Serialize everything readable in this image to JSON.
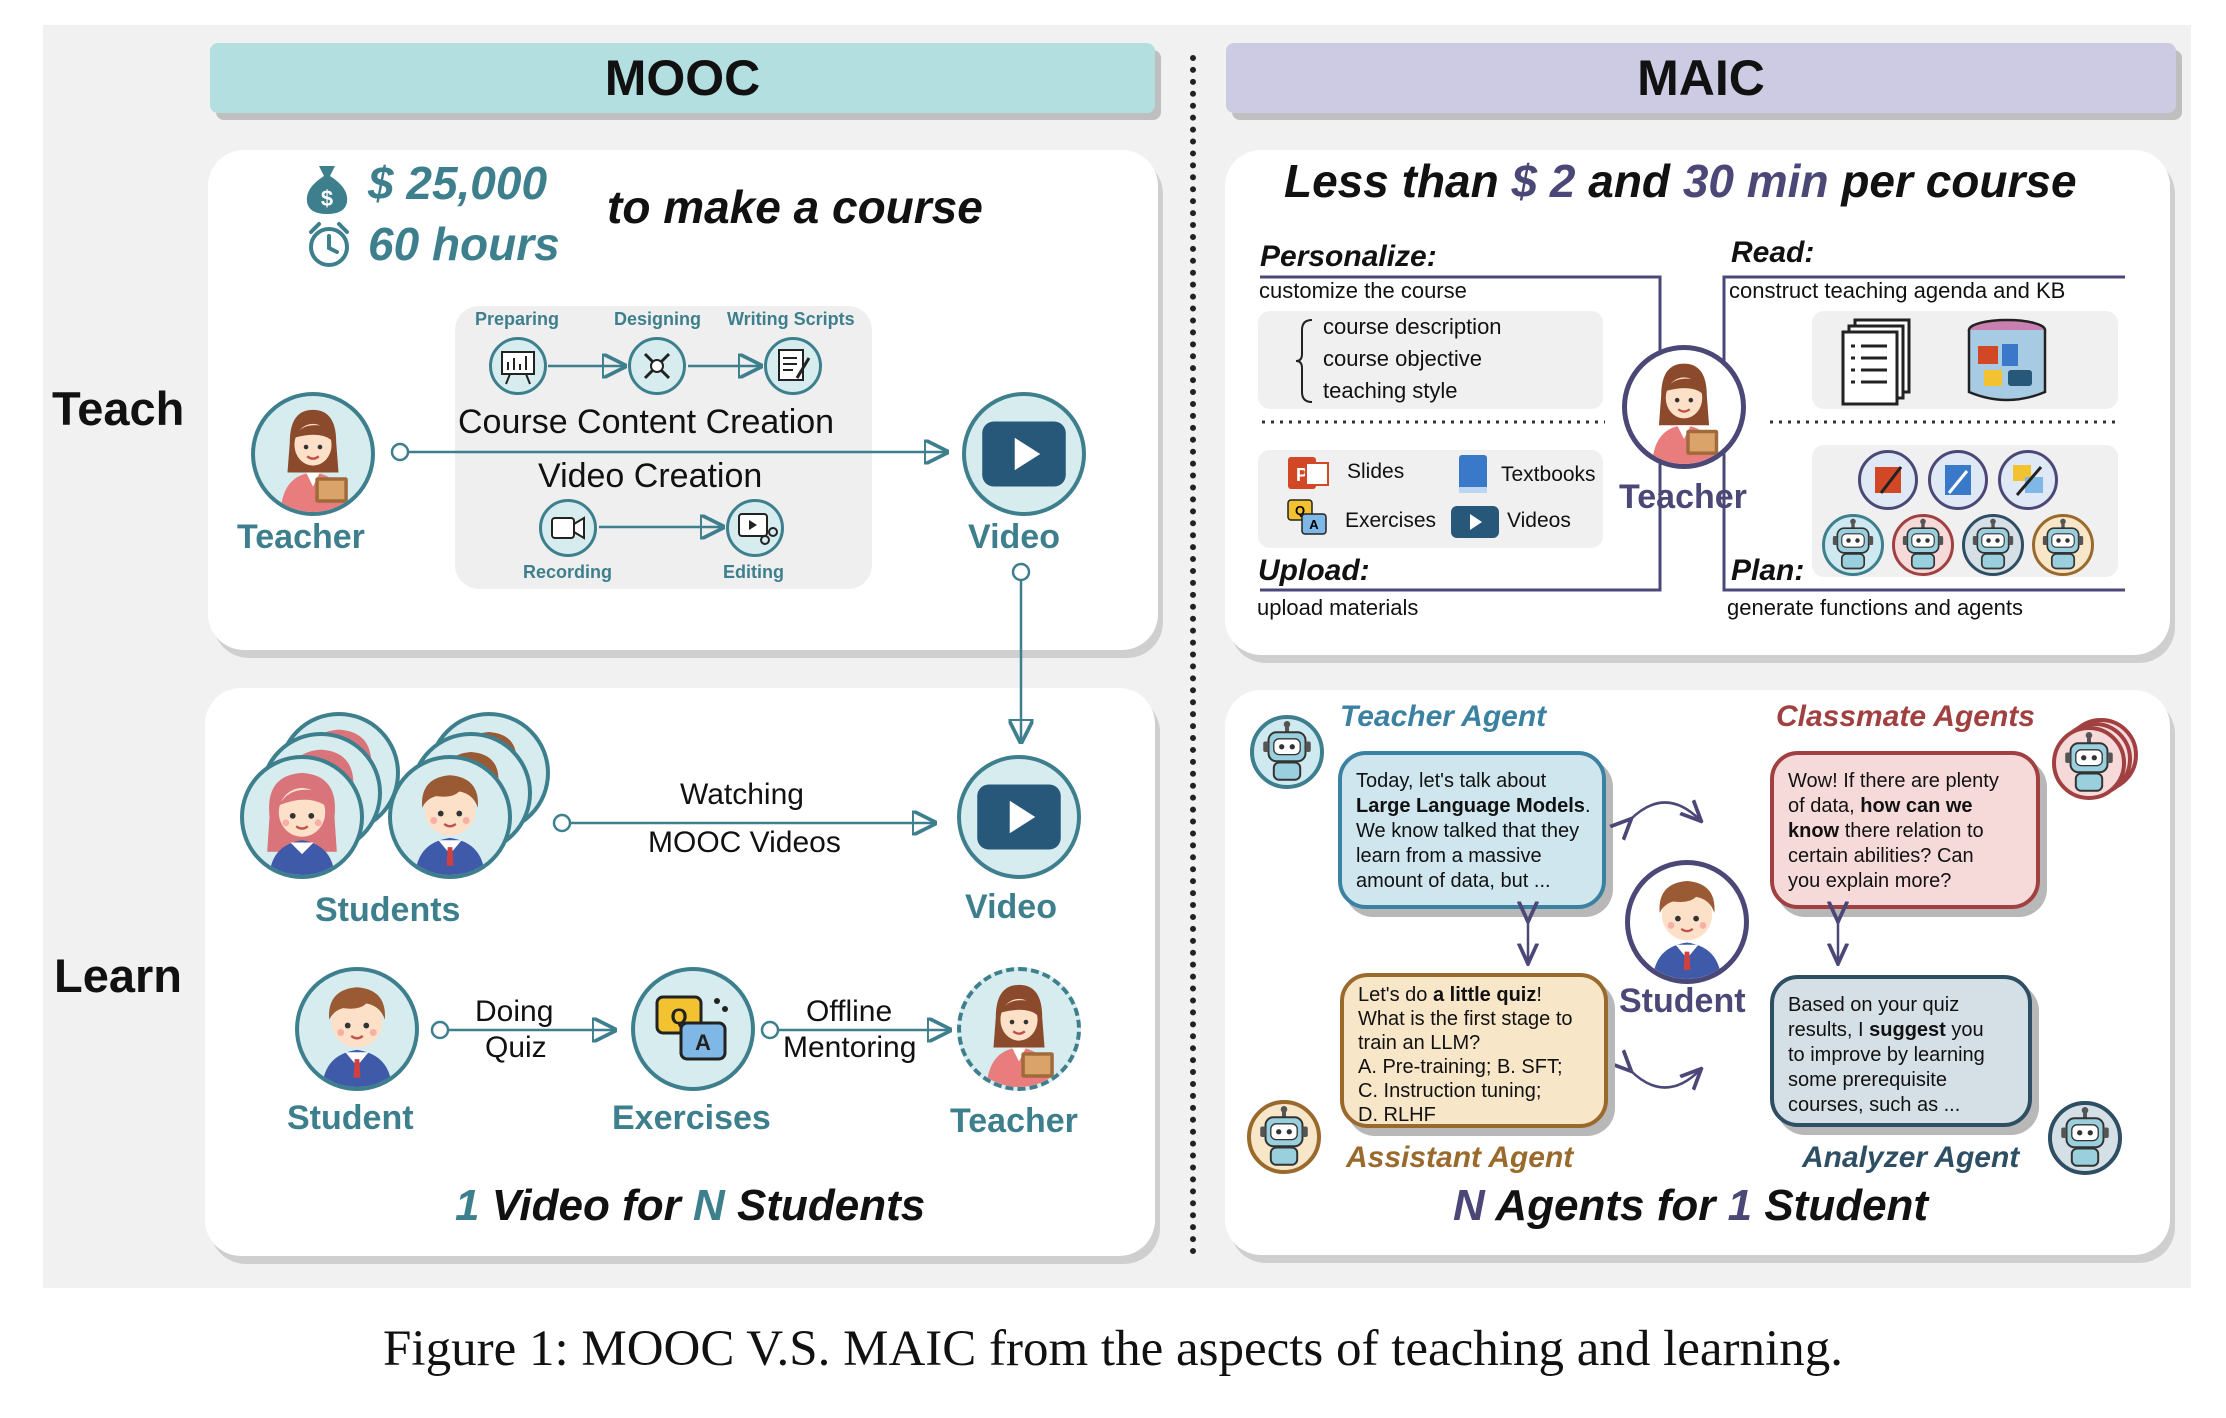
{
  "mooc": {
    "title": "MOOC",
    "cost_amount": "$ 25,000",
    "cost_hours": "60 hours",
    "cost_suffix": "to make a course",
    "teach": {
      "steps": [
        "Preparing",
        "Designing",
        "Writing Scripts"
      ],
      "content_creation": "Course Content Creation",
      "video_creation": "Video Creation",
      "video_steps": [
        "Recording",
        "Editing"
      ],
      "teacher": "Teacher",
      "video": "Video"
    },
    "learn": {
      "students": "Students",
      "watching_line1": "Watching",
      "watching_line2": "MOOC Videos",
      "video": "Video",
      "student": "Student",
      "doing_line1": "Doing",
      "doing_line2": "Quiz",
      "exercises": "Exercises",
      "offline_line1": "Offline",
      "offline_line2": "Mentoring",
      "teacher": "Teacher",
      "footer_num": "1",
      "footer_mid": "Video for",
      "footer_var": "N",
      "footer_end": "Students"
    }
  },
  "rows": {
    "teach": "Teach",
    "learn": "Learn"
  },
  "maic": {
    "title": "MAIC",
    "headline_pre": "Less than",
    "headline_cost": "$ 2",
    "headline_and": "and",
    "headline_time": "30 min",
    "headline_post": "per course",
    "personalize": {
      "label": "Personalize:",
      "desc": "customize the course",
      "items": [
        "course description",
        "course objective",
        "teaching style"
      ]
    },
    "upload": {
      "materials": [
        "Slides",
        "Textbooks",
        "Exercises",
        "Videos"
      ],
      "label": "Upload:",
      "desc": "upload materials"
    },
    "read": {
      "label": "Read:",
      "desc": "construct teaching agenda and KB"
    },
    "plan": {
      "label": "Plan:",
      "desc": "generate functions and agents"
    },
    "teacher": "Teacher",
    "agents": {
      "teacher_agent": {
        "name": "Teacher Agent",
        "l1": "Today, let's talk about",
        "l2": "Large Language Models",
        "l2_end": ".",
        "l3": "We know talked that they",
        "l4": "learn from a massive",
        "l5": "amount of data, but ..."
      },
      "classmate_agents": {
        "name": "Classmate Agents",
        "l1": "Wow! If there are plenty",
        "l2_pre": "of data,",
        "l2_bold": "how can we",
        "l3_bold": "know",
        "l3_end": "there relation to",
        "l4": "certain abilities? Can",
        "l5": "you explain more?"
      },
      "assistant_agent": {
        "name": "Assistant Agent",
        "l1_pre": "Let's do",
        "l1_bold": "a little quiz",
        "l1_end": "!",
        "l2": "What is the first stage to",
        "l3": "train an LLM?",
        "l4": "A. Pre-training;  B. SFT;",
        "l5": "C. Instruction tuning;",
        "l6": "D. RLHF"
      },
      "analyzer_agent": {
        "name": "Analyzer Agent",
        "l1": "Based on your quiz",
        "l2_pre": "results, I",
        "l2_bold": "suggest",
        "l2_end": "you",
        "l3": "to improve by learning",
        "l4": "some prerequisite",
        "l5": "courses, such as ..."
      }
    },
    "student": "Student",
    "footer_var": "N",
    "footer_mid": "Agents for",
    "footer_num": "1",
    "footer_end": "Student"
  },
  "caption": "Figure 1: MOOC V.S. MAIC from the aspects of teaching and learning.",
  "colors": {
    "teal": "#3e7f8d",
    "mooc_header": "#b3dfe0",
    "maic_header": "#cdcbe3",
    "navy": "#4b4877",
    "teacher_agent": "#3a81a2",
    "classmate_agent": "#a04040",
    "assistant_agent": "#9a6a2c",
    "analyzer_agent": "#2e4e63"
  },
  "icons": [
    "money-bag-icon",
    "alarm-clock-icon",
    "whiteboard-icon",
    "design-tools-icon",
    "script-icon",
    "camera-icon",
    "video-edit-icon",
    "play-icon",
    "quiz-icon",
    "slides-icon",
    "book-icon",
    "agenda-document-icon",
    "knowledge-base-icon",
    "robot-icon",
    "teacher-avatar",
    "student-avatar"
  ]
}
